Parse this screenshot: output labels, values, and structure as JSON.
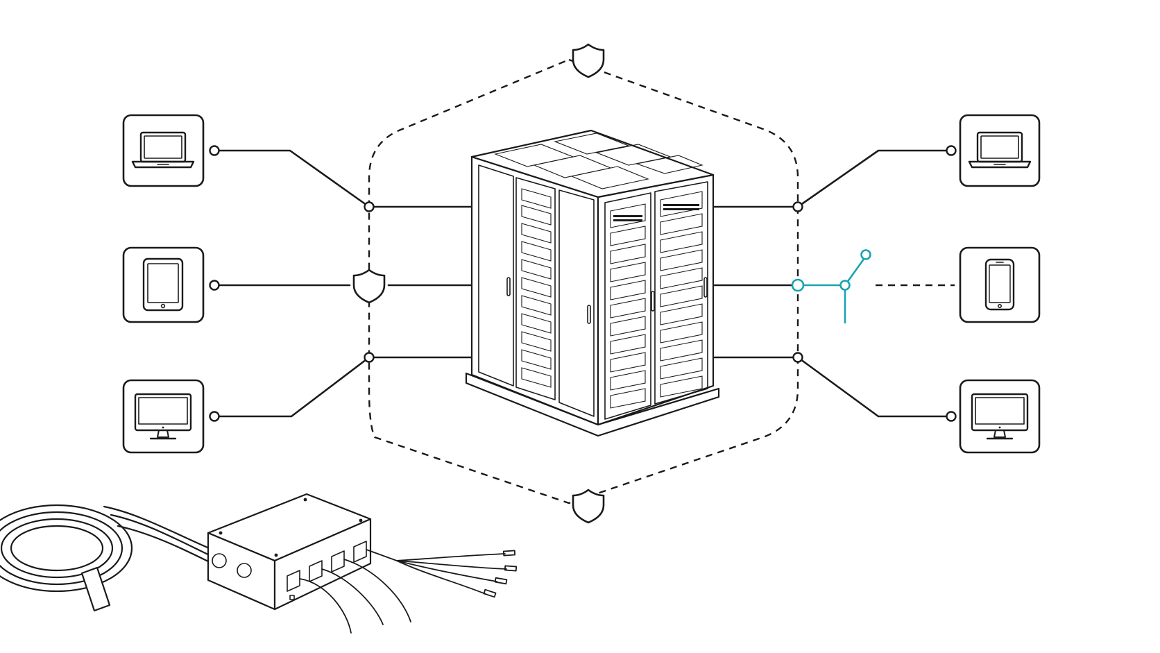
{
  "diagram": {
    "palette": {
      "ink": "#1a1a1a",
      "accent": "#1aa3b0",
      "background": "#ffffff"
    },
    "central_node": {
      "icon": "server-rack-icon"
    },
    "perimeter": {
      "style": "dashed-octagon",
      "shield_icons": 4
    },
    "left_devices": [
      {
        "icon": "laptop-icon"
      },
      {
        "icon": "tablet-icon"
      },
      {
        "icon": "desktop-monitor-icon"
      }
    ],
    "right_devices": [
      {
        "icon": "laptop-icon"
      },
      {
        "icon": "smartphone-icon",
        "link": "dashed",
        "switch": "open-accent"
      },
      {
        "icon": "desktop-monitor-icon"
      }
    ],
    "accessory": {
      "icon": "junction-box-with-cables-icon"
    }
  }
}
